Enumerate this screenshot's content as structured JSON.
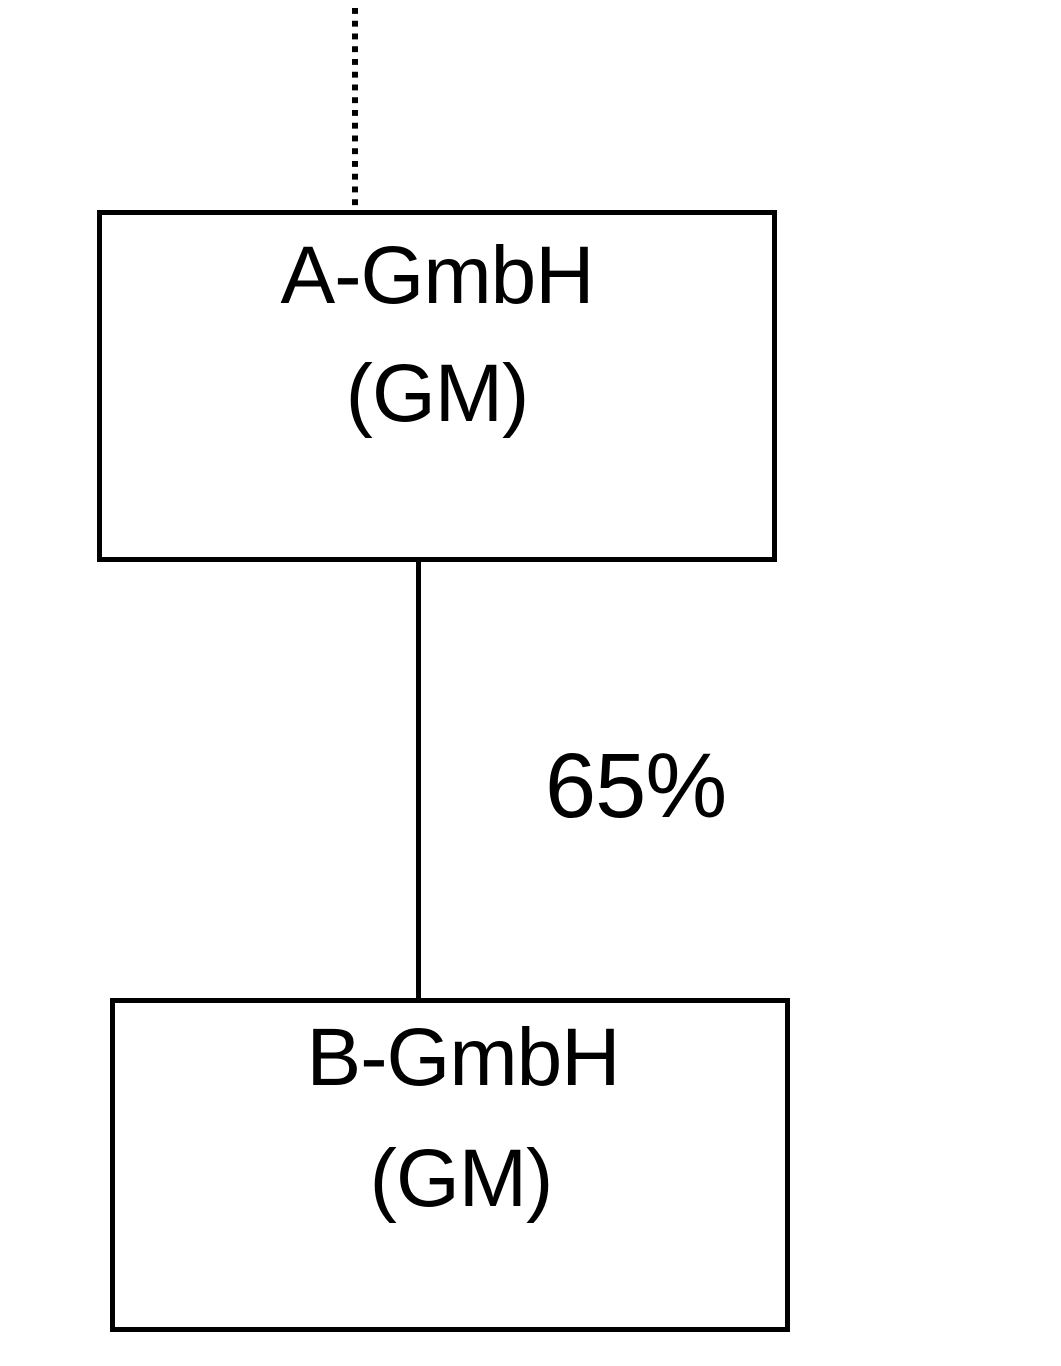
{
  "diagram": {
    "type": "corporate-ownership-structure",
    "background_color": "#ffffff",
    "line_color": "#000000",
    "nodes": [
      {
        "id": "a-gmbh",
        "name": "A-GmbH",
        "legal_form": "(GM)",
        "shape": "rectangle",
        "border_color": "#000000",
        "fill_color": "#ffffff"
      },
      {
        "id": "b-gmbh",
        "name": "B-GmbH",
        "legal_form": "(GM)",
        "shape": "rectangle",
        "border_color": "#000000",
        "fill_color": "#ffffff"
      }
    ],
    "edges": [
      {
        "id": "parent-stub",
        "from": "unspecified-parent",
        "to": "a-gmbh",
        "style": "dotted",
        "label": ""
      },
      {
        "id": "a-owns-b",
        "from": "a-gmbh",
        "to": "b-gmbh",
        "style": "solid",
        "label": "65%"
      }
    ]
  }
}
